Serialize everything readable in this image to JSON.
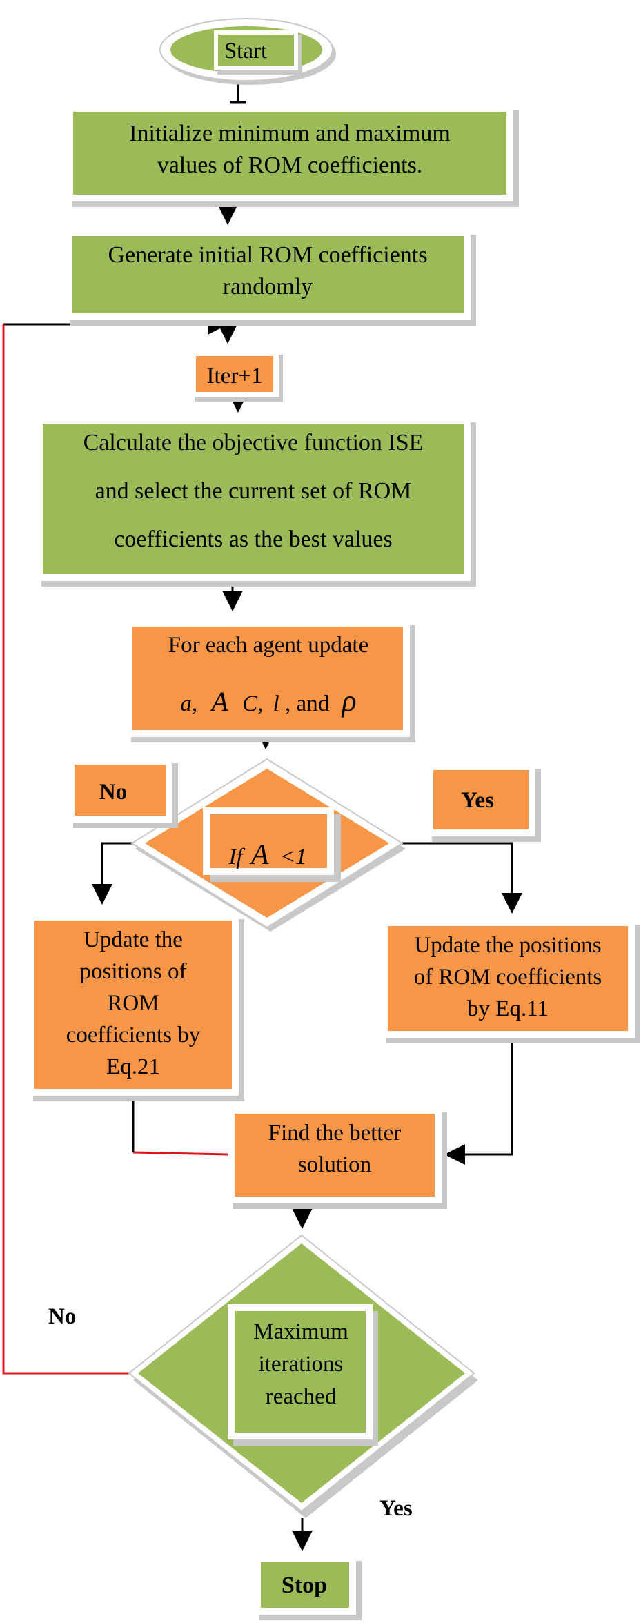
{
  "colors": {
    "green": "#9BBB59",
    "orange": "#F79646",
    "line": "#000000",
    "feedback_line": "#E0141E",
    "frame": "#FFFFFF",
    "shadow": "#C8C8C8"
  },
  "nodes": {
    "start": {
      "label": "Start"
    },
    "initialize": {
      "line1": "Initialize minimum and maximum",
      "line2": "values of ROM coefficients."
    },
    "generate": {
      "line1": "Generate initial ROM coefficients",
      "line2": "randomly"
    },
    "iter": {
      "label": "Iter+1"
    },
    "calculate": {
      "line1": "Calculate the objective function ISE",
      "line2": "and select the current set of ROM",
      "line3": "coefficients as the best values"
    },
    "update_agent": {
      "line1": "For each agent update",
      "var_a": "a,",
      "var_A": "A",
      "var_C": "C,",
      "var_l": "l",
      "and_text": ", and",
      "var_rho": "ρ"
    },
    "decision_a": {
      "if_text": "If",
      "var_A": "A",
      "cond": "<1"
    },
    "label_no_1": {
      "label": "No"
    },
    "label_yes_1": {
      "label": "Yes"
    },
    "update_left": {
      "line1": "Update the",
      "line2": "positions of",
      "line3": "ROM",
      "line4": "coefficients by",
      "line5": "Eq.21"
    },
    "update_right": {
      "line1": "Update the positions",
      "line2": "of ROM coefficients",
      "line3": "by Eq.11"
    },
    "better_solution": {
      "line1": "Find the better",
      "line2": "solution"
    },
    "decision_max": {
      "line1": "Maximum",
      "line2": "iterations",
      "line3": "reached"
    },
    "label_no_2": {
      "label": "No"
    },
    "label_yes_2": {
      "label": "Yes"
    },
    "stop": {
      "label": "Stop"
    }
  }
}
